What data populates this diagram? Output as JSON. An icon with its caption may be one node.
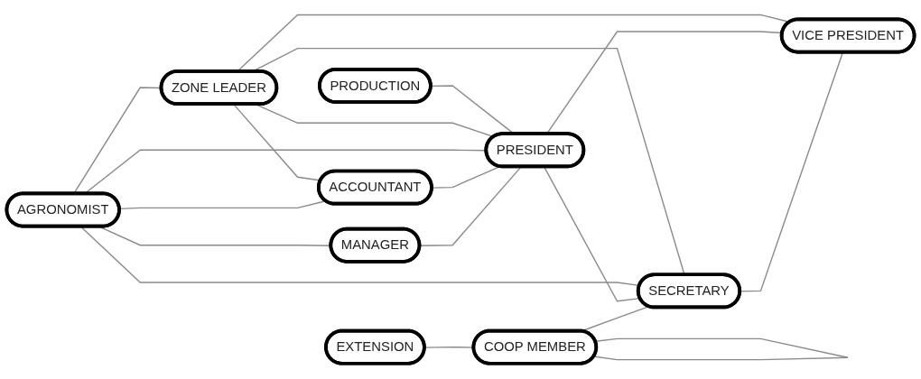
{
  "diagram": {
    "nodes": [
      {
        "text": [
          "PRODUCTION"
        ]
      },
      {
        "text": [
          "ZONE LEADER"
        ]
      },
      {
        "text": [
          "AGRONOMIST"
        ]
      },
      {
        "text": [
          "ACCOUNTANT"
        ]
      },
      {
        "text": [
          "PRESIDENT"
        ]
      },
      {
        "text": [
          "MANAGER"
        ]
      },
      {
        "text": [
          "EXTENSION"
        ]
      },
      {
        "text": [
          "COOP MEMBER"
        ]
      },
      {
        "text": [
          "SECRETARY"
        ]
      },
      {
        "text": [
          "VICE PRESIDENT"
        ]
      }
    ],
    "edges": [
      {
        "from": 0,
        "to": 4,
        "arrow": "none"
      },
      {
        "from": 2,
        "to": 1,
        "arrow": "none"
      },
      {
        "from": 1,
        "to": 3,
        "arrow": "none"
      },
      {
        "from": 1,
        "to": 4,
        "arrow": "none"
      },
      {
        "from": 1,
        "to": 8,
        "arrow": "none"
      },
      {
        "from": 1,
        "to": 9,
        "arrow": "none"
      },
      {
        "from": 2,
        "to": 3,
        "arrow": "none"
      },
      {
        "from": 2,
        "to": 4,
        "arrow": "none"
      },
      {
        "from": 2,
        "to": 5,
        "arrow": "none"
      },
      {
        "from": 2,
        "to": 8,
        "arrow": "none"
      },
      {
        "from": 3,
        "to": 4,
        "arrow": "none"
      },
      {
        "from": 5,
        "to": 4,
        "arrow": "none"
      },
      {
        "from": 4,
        "to": 8,
        "arrow": "none"
      },
      {
        "from": 4,
        "to": 9,
        "arrow": "none"
      },
      {
        "from": 8,
        "to": 9,
        "arrow": "none"
      },
      {
        "from": 7,
        "to": 8,
        "arrow": "none"
      },
      {
        "from": 6,
        "to": 7,
        "arrow": "none"
      },
      {
        "from": 7,
        "to": 7,
        "arrow": "none"
      }
    ]
  }
}
